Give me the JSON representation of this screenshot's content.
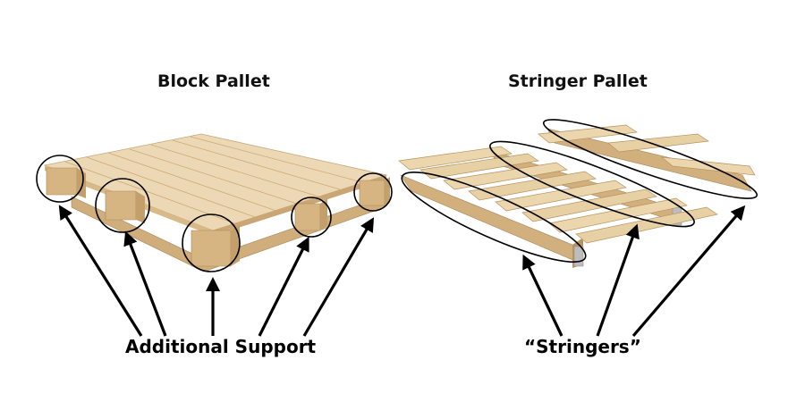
{
  "diagram": {
    "left": {
      "title": "Block Pallet",
      "callout": "Additional Support"
    },
    "right": {
      "title": "Stringer Pallet",
      "callout": "“Stringers”"
    }
  },
  "colors": {
    "wood_light": "#ecd8b4",
    "wood_mid": "#dcbf8f",
    "wood_dark": "#c39f6c",
    "wood_edge": "#a9855a",
    "ink": "#000000"
  }
}
